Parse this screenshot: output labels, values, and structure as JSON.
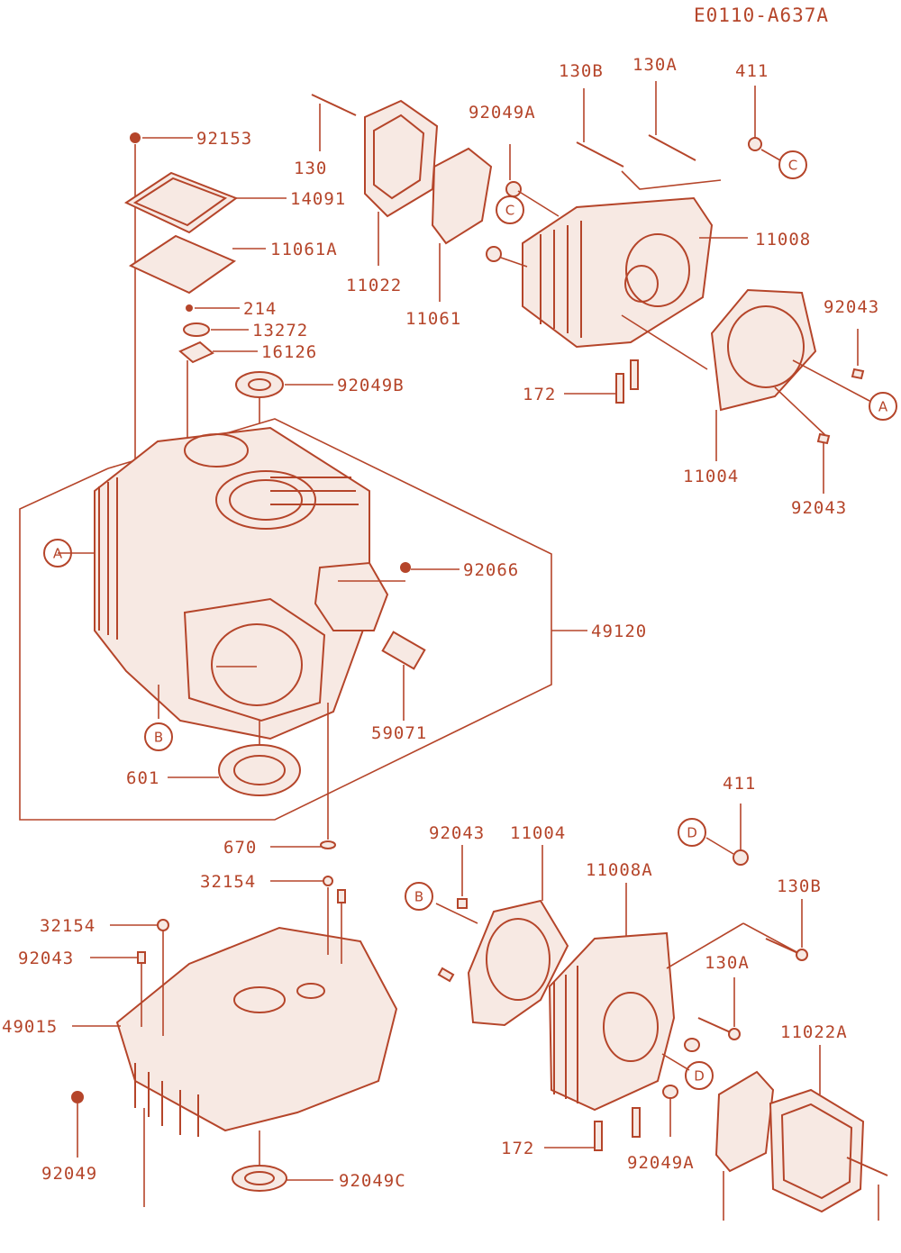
{
  "diagram_code": "E0110-A637A",
  "callouts": [
    {
      "id": "c-92153",
      "text": "92153"
    },
    {
      "id": "c-14091",
      "text": "14091"
    },
    {
      "id": "c-11061A",
      "text": "11061A"
    },
    {
      "id": "c-214",
      "text": "214"
    },
    {
      "id": "c-13272",
      "text": "13272"
    },
    {
      "id": "c-16126",
      "text": "16126"
    },
    {
      "id": "c-92049B",
      "text": "92049B"
    },
    {
      "id": "c-130",
      "text": "130"
    },
    {
      "id": "c-11022",
      "text": "11022"
    },
    {
      "id": "c-11061",
      "text": "11061"
    },
    {
      "id": "c-92049A-top",
      "text": "92049A"
    },
    {
      "id": "c-130B-top",
      "text": "130B"
    },
    {
      "id": "c-130A-top",
      "text": "130A"
    },
    {
      "id": "c-411-top",
      "text": "411"
    },
    {
      "id": "c-11008",
      "text": "11008"
    },
    {
      "id": "c-92043-right1",
      "text": "92043"
    },
    {
      "id": "c-172-top",
      "text": "172"
    },
    {
      "id": "c-11004-top",
      "text": "11004"
    },
    {
      "id": "c-92043-right2",
      "text": "92043"
    },
    {
      "id": "c-92066",
      "text": "92066"
    },
    {
      "id": "c-49120",
      "text": "49120"
    },
    {
      "id": "c-59071",
      "text": "59071"
    },
    {
      "id": "c-601",
      "text": "601"
    },
    {
      "id": "c-670",
      "text": "670"
    },
    {
      "id": "c-32154-a",
      "text": "32154"
    },
    {
      "id": "c-32154-b",
      "text": "32154"
    },
    {
      "id": "c-92043-left",
      "text": "92043"
    },
    {
      "id": "c-49015",
      "text": "49015"
    },
    {
      "id": "c-92049",
      "text": "92049"
    },
    {
      "id": "c-92049C",
      "text": "92049C"
    },
    {
      "id": "c-92043-mid",
      "text": "92043"
    },
    {
      "id": "c-11004-bot",
      "text": "11004"
    },
    {
      "id": "c-411-bot",
      "text": "411"
    },
    {
      "id": "c-11008A",
      "text": "11008A"
    },
    {
      "id": "c-130B-bot",
      "text": "130B"
    },
    {
      "id": "c-130A-bot",
      "text": "130A"
    },
    {
      "id": "c-11022A",
      "text": "11022A"
    },
    {
      "id": "c-172-bot",
      "text": "172"
    },
    {
      "id": "c-92049A-bot",
      "text": "92049A"
    }
  ],
  "reference_markers": [
    {
      "id": "ref-A-right",
      "text": "A"
    },
    {
      "id": "ref-A-left",
      "text": "A"
    },
    {
      "id": "ref-B-left",
      "text": "B"
    },
    {
      "id": "ref-B-mid",
      "text": "B"
    },
    {
      "id": "ref-C-top",
      "text": "C"
    },
    {
      "id": "ref-C-right",
      "text": "C"
    },
    {
      "id": "ref-D-top",
      "text": "D"
    },
    {
      "id": "ref-D-bot",
      "text": "D"
    }
  ],
  "colors": {
    "line": "#b5452a",
    "background": "#ffffff"
  }
}
